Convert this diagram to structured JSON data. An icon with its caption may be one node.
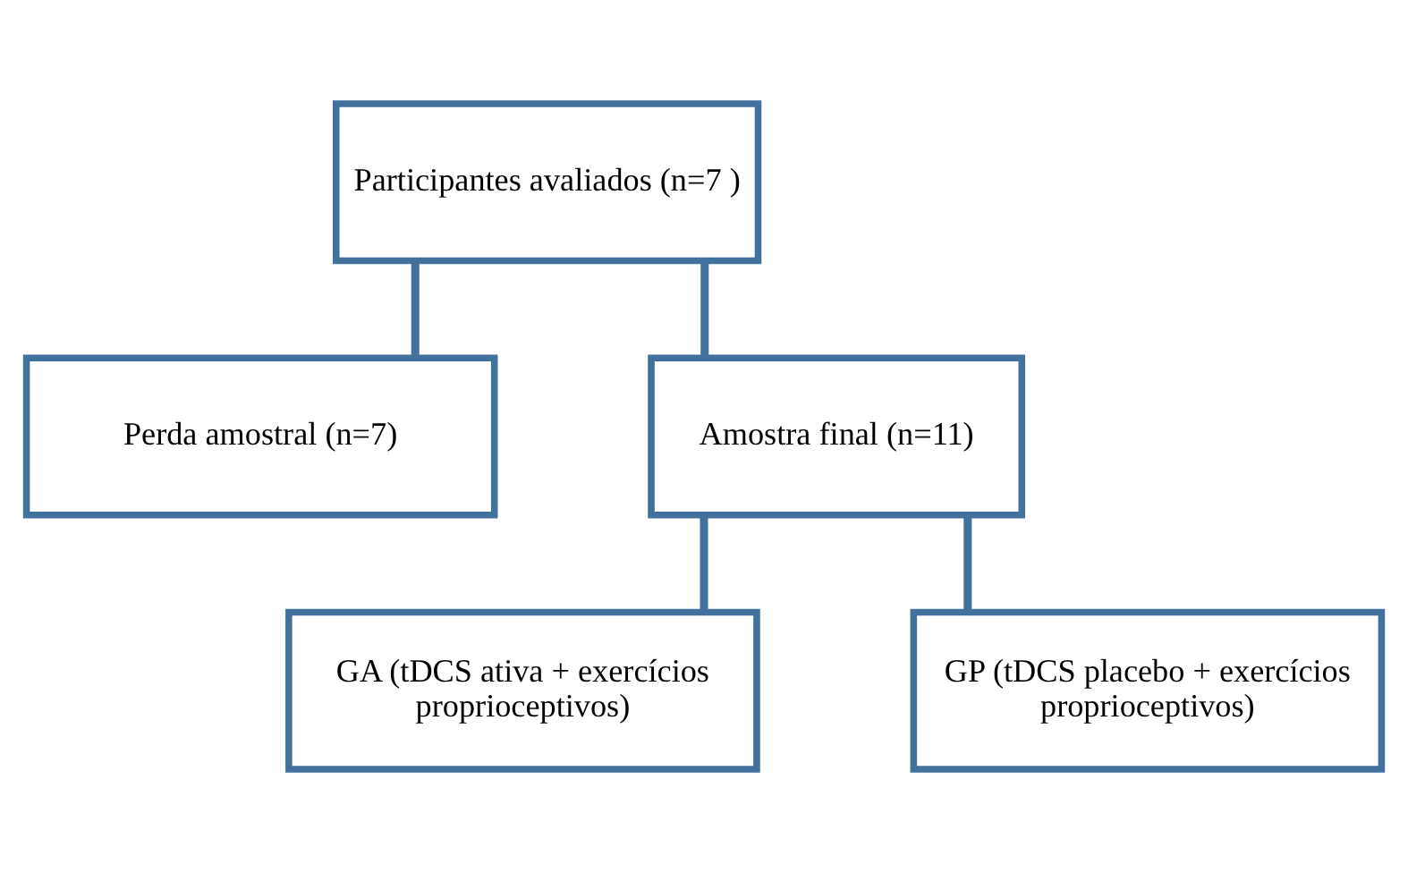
{
  "diagram": {
    "nodes": [
      {
        "text": [
          "Participantes avaliados (n=7 )"
        ]
      },
      {
        "text": [
          "Perda amostral (n=7)"
        ]
      },
      {
        "text": [
          "Amostra final (n=11)"
        ]
      },
      {
        "text": [
          "GA (tDCS ativa + exercícios proprioceptivos)"
        ]
      },
      {
        "text": [
          "GP (tDCS placebo + exercícios proprioceptivos)"
        ]
      }
    ],
    "edges": [
      {
        "from": 0,
        "to": 1,
        "arrow": "none"
      },
      {
        "from": 0,
        "to": 2,
        "arrow": "none"
      },
      {
        "from": 2,
        "to": 3,
        "arrow": "none"
      },
      {
        "from": 2,
        "to": 4,
        "arrow": "none"
      }
    ]
  }
}
